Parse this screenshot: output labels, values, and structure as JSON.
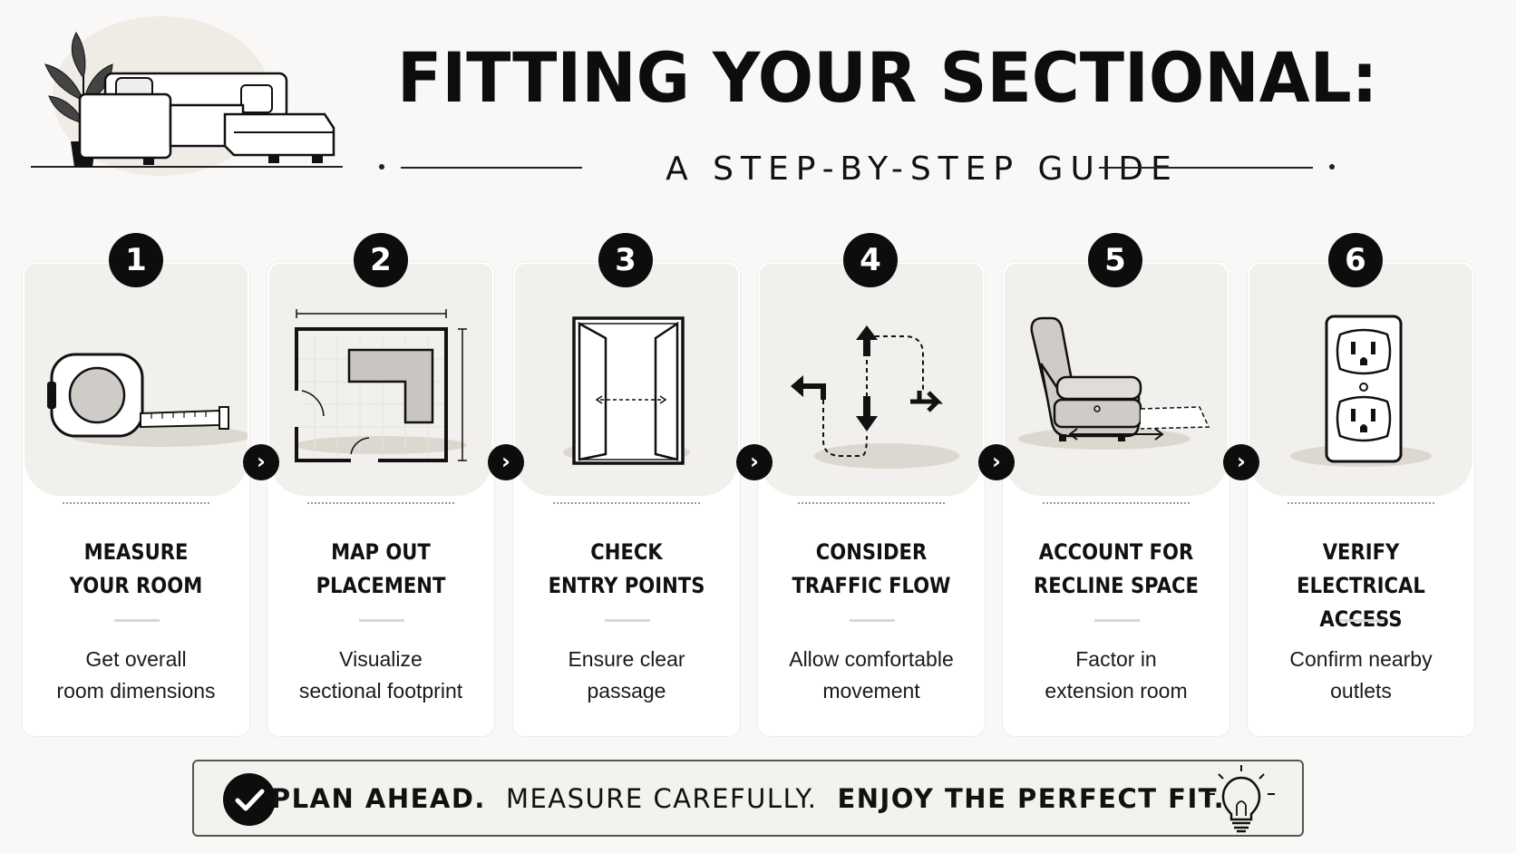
{
  "title": "FITTING YOUR SECTIONAL:",
  "subtitle": "A STEP-BY-STEP GUIDE",
  "steps": [
    {
      "number": "1",
      "heading_line1": "MEASURE",
      "heading_line2": "YOUR ROOM",
      "desc_line1": "Get overall",
      "desc_line2": "room dimensions",
      "icon": "tape-measure-icon"
    },
    {
      "number": "2",
      "heading_line1": "MAP OUT",
      "heading_line2": "PLACEMENT",
      "desc_line1": "Visualize",
      "desc_line2": "sectional footprint",
      "icon": "floor-plan-icon"
    },
    {
      "number": "3",
      "heading_line1": "CHECK",
      "heading_line2": "ENTRY POINTS",
      "desc_line1": "Ensure clear",
      "desc_line2": "passage",
      "icon": "doorway-icon"
    },
    {
      "number": "4",
      "heading_line1": "CONSIDER",
      "heading_line2": "TRAFFIC FLOW",
      "desc_line1": "Allow comfortable",
      "desc_line2": "movement",
      "icon": "traffic-arrows-icon"
    },
    {
      "number": "5",
      "heading_line1": "ACCOUNT FOR",
      "heading_line2": "RECLINE SPACE",
      "desc_line1": "Factor in",
      "desc_line2": "extension room",
      "icon": "recliner-icon"
    },
    {
      "number": "6",
      "heading_line1": "VERIFY",
      "heading_line2": "ELECTRICAL ACCESS",
      "desc_line1": "Confirm nearby",
      "desc_line2": "outlets",
      "icon": "outlet-icon"
    }
  ],
  "banner": {
    "part1": "PLAN AHEAD.",
    "part2": "MEASURE CAREFULLY.",
    "part3": "ENJOY THE PERFECT FIT."
  },
  "arrow_glyph": "›"
}
